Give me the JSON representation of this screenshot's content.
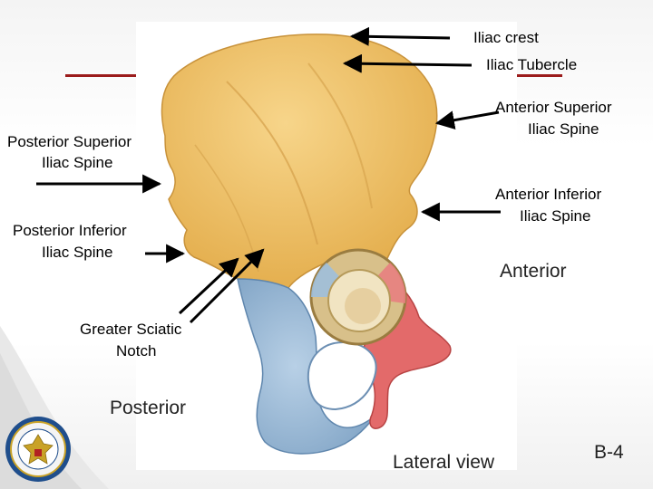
{
  "labels": {
    "iliac_crest": "Iliac crest",
    "iliac_tubercle": "Iliac Tubercle",
    "asis_line1": "Anterior Superior",
    "asis_line2": "Iliac Spine",
    "psis_line1": "Posterior Superior",
    "psis_line2": "Iliac Spine",
    "aiis_line1": "Anterior Inferior",
    "aiis_line2": "Iliac Spine",
    "piis_line1": "Posterior Inferior",
    "piis_line2": "Iliac Spine",
    "anterior": "Anterior",
    "greater_sciatic_line1": "Greater Sciatic",
    "greater_sciatic_line2": "Notch",
    "posterior": "Posterior",
    "lateral_view": "Lateral view",
    "slide_number": "B-4"
  },
  "colors": {
    "ilium": "#f2c56b",
    "ischium": "#9fbfdc",
    "pubis": "#e36a6a",
    "accent_line": "#9b1c1c",
    "seal_blue": "#1f4e8c"
  }
}
